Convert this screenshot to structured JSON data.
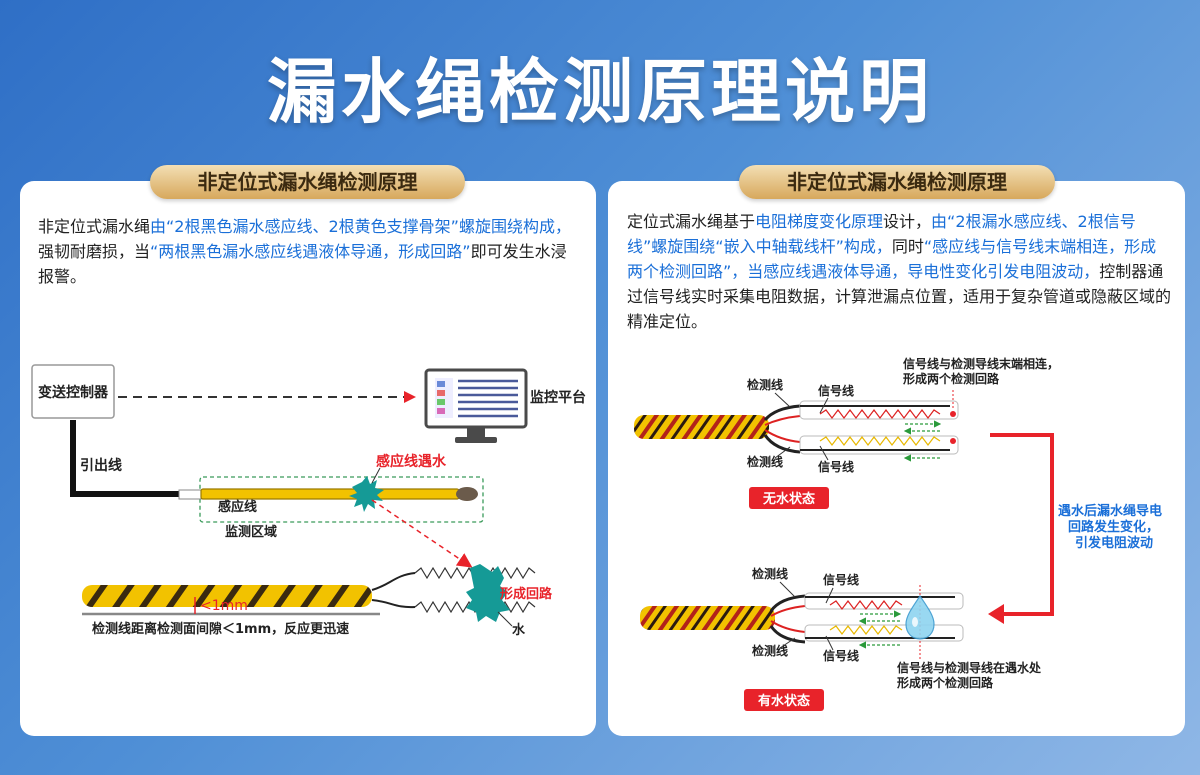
{
  "title": "漏水绳检测原理说明",
  "left": {
    "pill": "非定位式漏水绳检测原理",
    "desc": [
      {
        "t": "非定位式漏水绳",
        "hl": false
      },
      {
        "t": "由“2根黑色漏水感应线、2根黄色支撑骨架”螺旋围绕构成，",
        "hl": true
      },
      {
        "t": "强韧耐磨损，当",
        "hl": false
      },
      {
        "t": "“两根黑色漏水感应线遇液体导通，形成回路”",
        "hl": true
      },
      {
        "t": "即可发生水浸报警。",
        "hl": false
      }
    ],
    "labels": {
      "controller": "变送控制器",
      "monitor": "监控平台",
      "lead_wire": "引出线",
      "sense_wire": "感应线",
      "monitor_zone": "监测区域",
      "water_hit": "感应线遇水",
      "loop": "形成回路",
      "gap": "<1mm",
      "water": "水",
      "gap_note": "检测线距离检测面间隙＜1mm，反应更迅速"
    }
  },
  "right": {
    "pill": "非定位式漏水绳检测原理",
    "desc": [
      {
        "t": "定位式漏水绳基于",
        "hl": false
      },
      {
        "t": "电阻梯度变化原理",
        "hl": true
      },
      {
        "t": "设计，",
        "hl": false
      },
      {
        "t": "由“2根漏水感应线、2根信号线”螺旋围绕“嵌入中轴载线杆”构成，",
        "hl": true
      },
      {
        "t": "同时",
        "hl": false
      },
      {
        "t": "“感应线与信号线末端相连，形成两个检测回路”，当感应线遇液体导通，导电性变化引发电阻波动，",
        "hl": true
      },
      {
        "t": "控制器通过信号线实时采集电阻数据，计算泄漏点位置，适用于复杂管道或隐蔽区域的精准定位。",
        "hl": false
      }
    ],
    "labels": {
      "detect_top": "检测线",
      "signal_top": "信号线",
      "detect_bottom": "检测线",
      "signal_bottom": "信号线",
      "note_top": [
        "信号线与检测导线末端相连，",
        "形成两个检测回路"
      ],
      "no_water": "无水状态",
      "change": [
        "遇水后漏水绳导电",
        "回路发生变化，",
        "引发电阻波动"
      ],
      "detect_top2": "检测线",
      "signal_top2": "信号线",
      "detect_bottom2": "检测线",
      "signal_bottom2": "信号线",
      "note_bottom": [
        "信号线与检测导线在遇水处",
        "形成两个检测回路"
      ],
      "with_water": "有水状态"
    }
  },
  "colors": {
    "accent_blue": "#1a6fd8",
    "alarm_red": "#e8232a",
    "rope_yellow": "#f2c200",
    "zone_green": "#3a9a5a",
    "water_teal": "#159a96"
  },
  "icons": {
    "monitor": "monitor-icon",
    "water_splash": "water-splash-icon",
    "water_drop": "water-drop-icon"
  }
}
